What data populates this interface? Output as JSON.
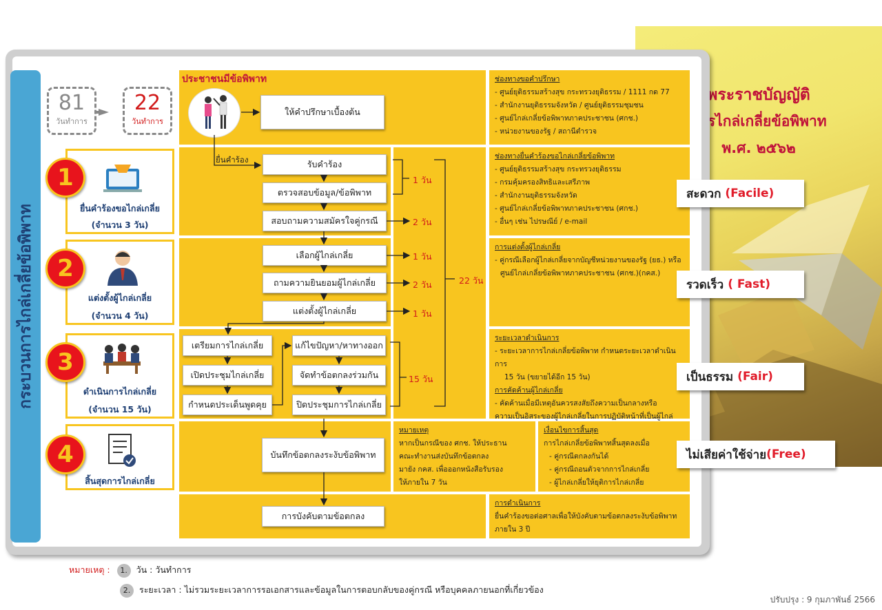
{
  "cover": {
    "line1": "พระราชบัญญัติ",
    "line2": "การไกล่เกลี่ยข้อพิพาท",
    "line3": "พ.ศ. ๒๕๖๒"
  },
  "sidebar": {
    "title": "กระบวนการไกล่เกลี่ยข้อพิพาท"
  },
  "days": {
    "before": "81",
    "before_unit": "วันทำการ",
    "after": "22",
    "after_unit": "วันทำการ"
  },
  "top_title": "ประชาชนมีข้อพิพาท",
  "flow": {
    "consult": "ให้คำปรึกษาเบื้องต้น",
    "file_label": "ยื่นคำร้อง",
    "receive": "รับคำร้อง",
    "check": "ตรวจสอบข้อมูล/ข้อพิพาท",
    "consent": "สอบถามความสมัครใจคู่กรณี",
    "choose": "เลือกผู้ไกล่เกลี่ย",
    "ask": "ถามความยินยอมผู้ไกล่เกลี่ย",
    "appoint": "แต่งตั้งผู้ไกล่เกลี่ย",
    "prepare": "เตรียมการไกล่เกลี่ย",
    "open": "เปิดประชุมไกล่เกลี่ย",
    "issues": "กำหนดประเด็นพูดคุย",
    "solve": "แก้ไขปัญหา/หาทางออก",
    "draft": "จัดทำข้อตกลงร่วมกัน",
    "close": "ปิดประชุมการไกล่เกลี่ย",
    "record": "บันทึกข้อตกลงระงับข้อพิพาท",
    "enforce": "การบังคับตามข้อตกลง"
  },
  "durations": {
    "d1": "1 วัน",
    "d2": "2 วัน",
    "d3": "1 วัน",
    "d4": "2 วัน",
    "d5": "1 วัน",
    "d15": "15 วัน",
    "d22": "22 วัน"
  },
  "steps": [
    {
      "num": "1",
      "label": "ยื่นคำร้องขอไกล่เกลี่ย",
      "count": "(จำนวน 3 วัน)"
    },
    {
      "num": "2",
      "label": "แต่งตั้งผู้ไกล่เกลี่ย",
      "count": "(จำนวน 4 วัน)"
    },
    {
      "num": "3",
      "label": "ดำเนินการไกล่เกลี่ย",
      "count": "(จำนวน 15 วัน)"
    },
    {
      "num": "4",
      "label": "สิ้นสุดการไกล่เกลี่ย"
    }
  ],
  "info": {
    "consult": {
      "title": "ช่องทางขอคำปรึกษา",
      "items": [
        "- ศูนย์ยุติธรรมสร้างสุข กระทรวงยุติธรรม / 1111 กด 77",
        "- สำนักงานยุติธรรมจังหวัด / ศูนย์ยุติธรรมชุมชน",
        "- ศูนย์ไกล่เกลี่ยข้อพิพาทภาคประชาชน (ศกช.)",
        "- หน่วยงานของรัฐ / สถานีตำรวจ"
      ]
    },
    "filing": {
      "title": "ช่องทางยื่นคำร้องขอไกล่เกลี่ยข้อพิพาท",
      "items": [
        "- ศูนย์ยุติธรรมสร้างสุข กระทรวงยุติธรรม",
        "- กรมคุ้มครองสิทธิและเสรีภาพ",
        "- สำนักงานยุติธรรมจังหวัด",
        "- ศูนย์ไกล่เกลี่ยข้อพิพาทภาคประชาชน (ศกช.)",
        "- อื่นๆ เช่น ไปรษณีย์ / e-mail"
      ]
    },
    "appoint": {
      "title": "การแต่งตั้งผู้ไกล่เกลี่ย",
      "items": [
        "- คู่กรณีเลือกผู้ไกล่เกลี่ยจากบัญชีหน่วยงานของรัฐ (ยธ.) หรือ",
        "ศูนย์ไกล่เกลี่ยข้อพิพาทภาคประชาชน (ศกช.)(กคส.)"
      ]
    },
    "period": {
      "title": "ระยะเวลาดำเนินการ",
      "items": [
        "- ระยะเวลาการไกล่เกลี่ยข้อพิพาท กำหนดระยะเวลาดำเนินการ",
        "15 วัน (ขยายได้อีก 15 วัน)"
      ]
    },
    "objection": {
      "title": "การคัดค้านผู้ไกล่เกลี่ย",
      "items": [
        "- คัดค้านเมื่อมีเหตุอันควรสงสัยถึงความเป็นกลางหรือ",
        "ความเป็นอิสระของผู้ไกล่เกลี่ยในการปฏิบัติหน้าที่เป็นผู้ไกล่เกลี่ย"
      ]
    },
    "remark": {
      "title": "หมายเหตุ",
      "items": [
        "หากเป็นกรณีของ ศกช. ให้ประธาน",
        "คณะทำงานส่งบันทึกข้อตกลง",
        "มายัง กคส. เพื่อออกหนังสือรับรอง",
        "ให้ภายใน 7 วัน"
      ]
    },
    "ending": {
      "title": "เงื่อนไขการสิ้นสุด",
      "items": [
        "การไกล่เกลี่ยข้อพิพาทสิ้นสุดลงเมื่อ",
        "- คู่กรณีตกลงกันได้",
        "- คู่กรณีถอนตัวจากการไกล่เกลี่ย",
        "- ผู้ไกล่เกลี่ยให้ยุติการไกล่เกลี่ย"
      ]
    },
    "operation": {
      "title": "การดำเนินการ",
      "items": [
        "ยื่นคำร้องขอต่อศาลเพื่อให้บังคับตามข้อตกลงระงับข้อพิพาท",
        "ภายใน 3 ปี"
      ]
    }
  },
  "tags": [
    {
      "th": "สะดวก",
      "en": "(Facile)"
    },
    {
      "th": "รวดเร็ว",
      "en": "( Fast)"
    },
    {
      "th": "เป็นธรรม",
      "en": "(Fair)"
    },
    {
      "th": "ไม่เสียค่าใช้จ่าย",
      "en": "(Free)"
    }
  ],
  "notes": {
    "label": "หมายเหตุ :",
    "n1": "1.",
    "t1": "วัน : วันทำการ",
    "n2": "2.",
    "t2": "ระยะเวลา : ไม่รวมระยะเวลาการรอเอกสารและข้อมูลในการตอบกลับของคู่กรณี หรือบุคคลภายนอกที่เกี่ยวข้อง"
  },
  "revised": "ปรับปรุง : 9 กุมภาพันธ์ 2566",
  "colors": {
    "accent": "#f8c51f",
    "red": "#e8141c",
    "blue": "#4aa6d4",
    "navy": "#1e3f73"
  }
}
